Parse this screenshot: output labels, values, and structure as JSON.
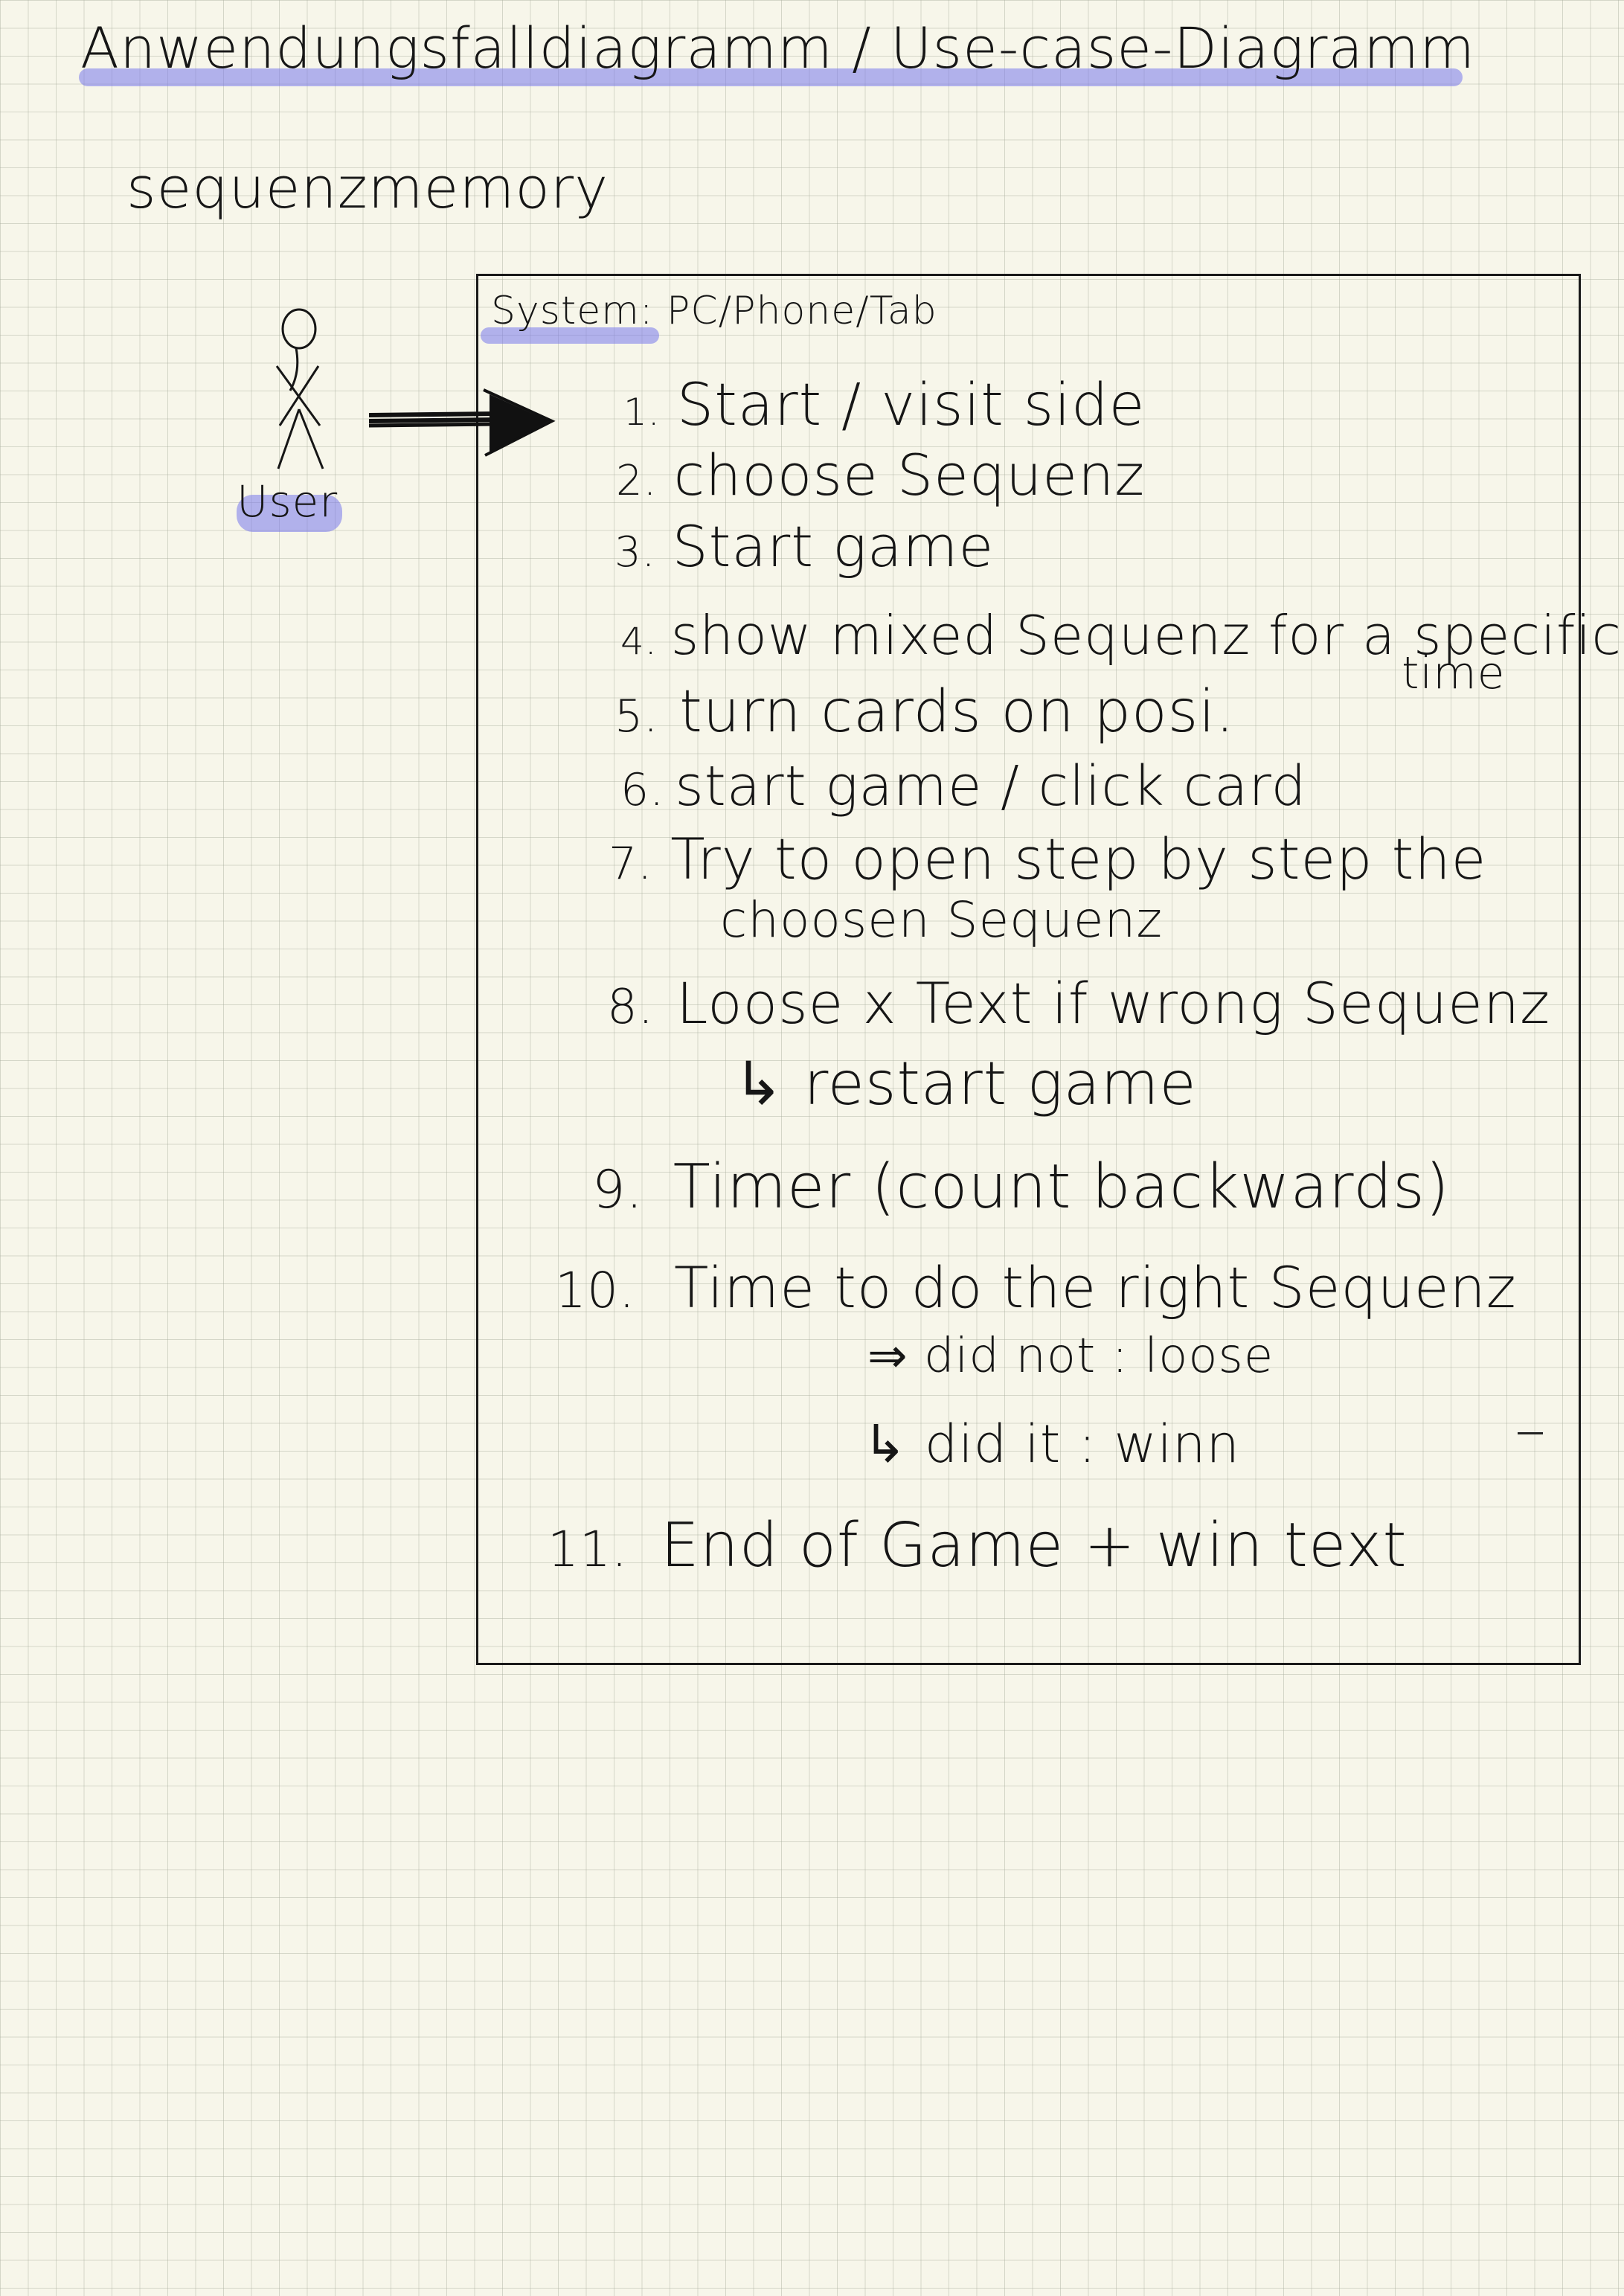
{
  "header": {
    "title": "Anwendungsfalldiagramm / Use-case-Diagramm",
    "subtitle": "sequenzmemory"
  },
  "actor": {
    "label": "User"
  },
  "system": {
    "label": "System: PC/Phone/Tab"
  },
  "steps": [
    {
      "num": "1.",
      "text": "Start / visit side"
    },
    {
      "num": "2.",
      "text": "choose Sequenz"
    },
    {
      "num": "3.",
      "text": "Start game"
    },
    {
      "num": "4.",
      "text": "show mixed Sequenz for a specific",
      "cont": "time"
    },
    {
      "num": "5.",
      "text": "turn cards on posi."
    },
    {
      "num": "6.",
      "text": "start game / click card"
    },
    {
      "num": "7.",
      "text": "Try to open step by step the",
      "cont": "choosen Sequenz"
    },
    {
      "num": "8.",
      "text": "Loose x Text if wrong Sequenz",
      "cont": "↳ restart game"
    },
    {
      "num": "9.",
      "text": "Timer (count backwards)"
    },
    {
      "num": "10.",
      "text": "Time to do the right Sequenz",
      "sub1": "⇒ did not : loose",
      "sub2": "↳ did it : winn"
    },
    {
      "num": "11.",
      "text": "End of Game + win text"
    }
  ],
  "colors": {
    "paper": "#f7f6ea",
    "grid": "#c8cab8",
    "ink": "#161616",
    "highlighter": "#7878eb"
  }
}
